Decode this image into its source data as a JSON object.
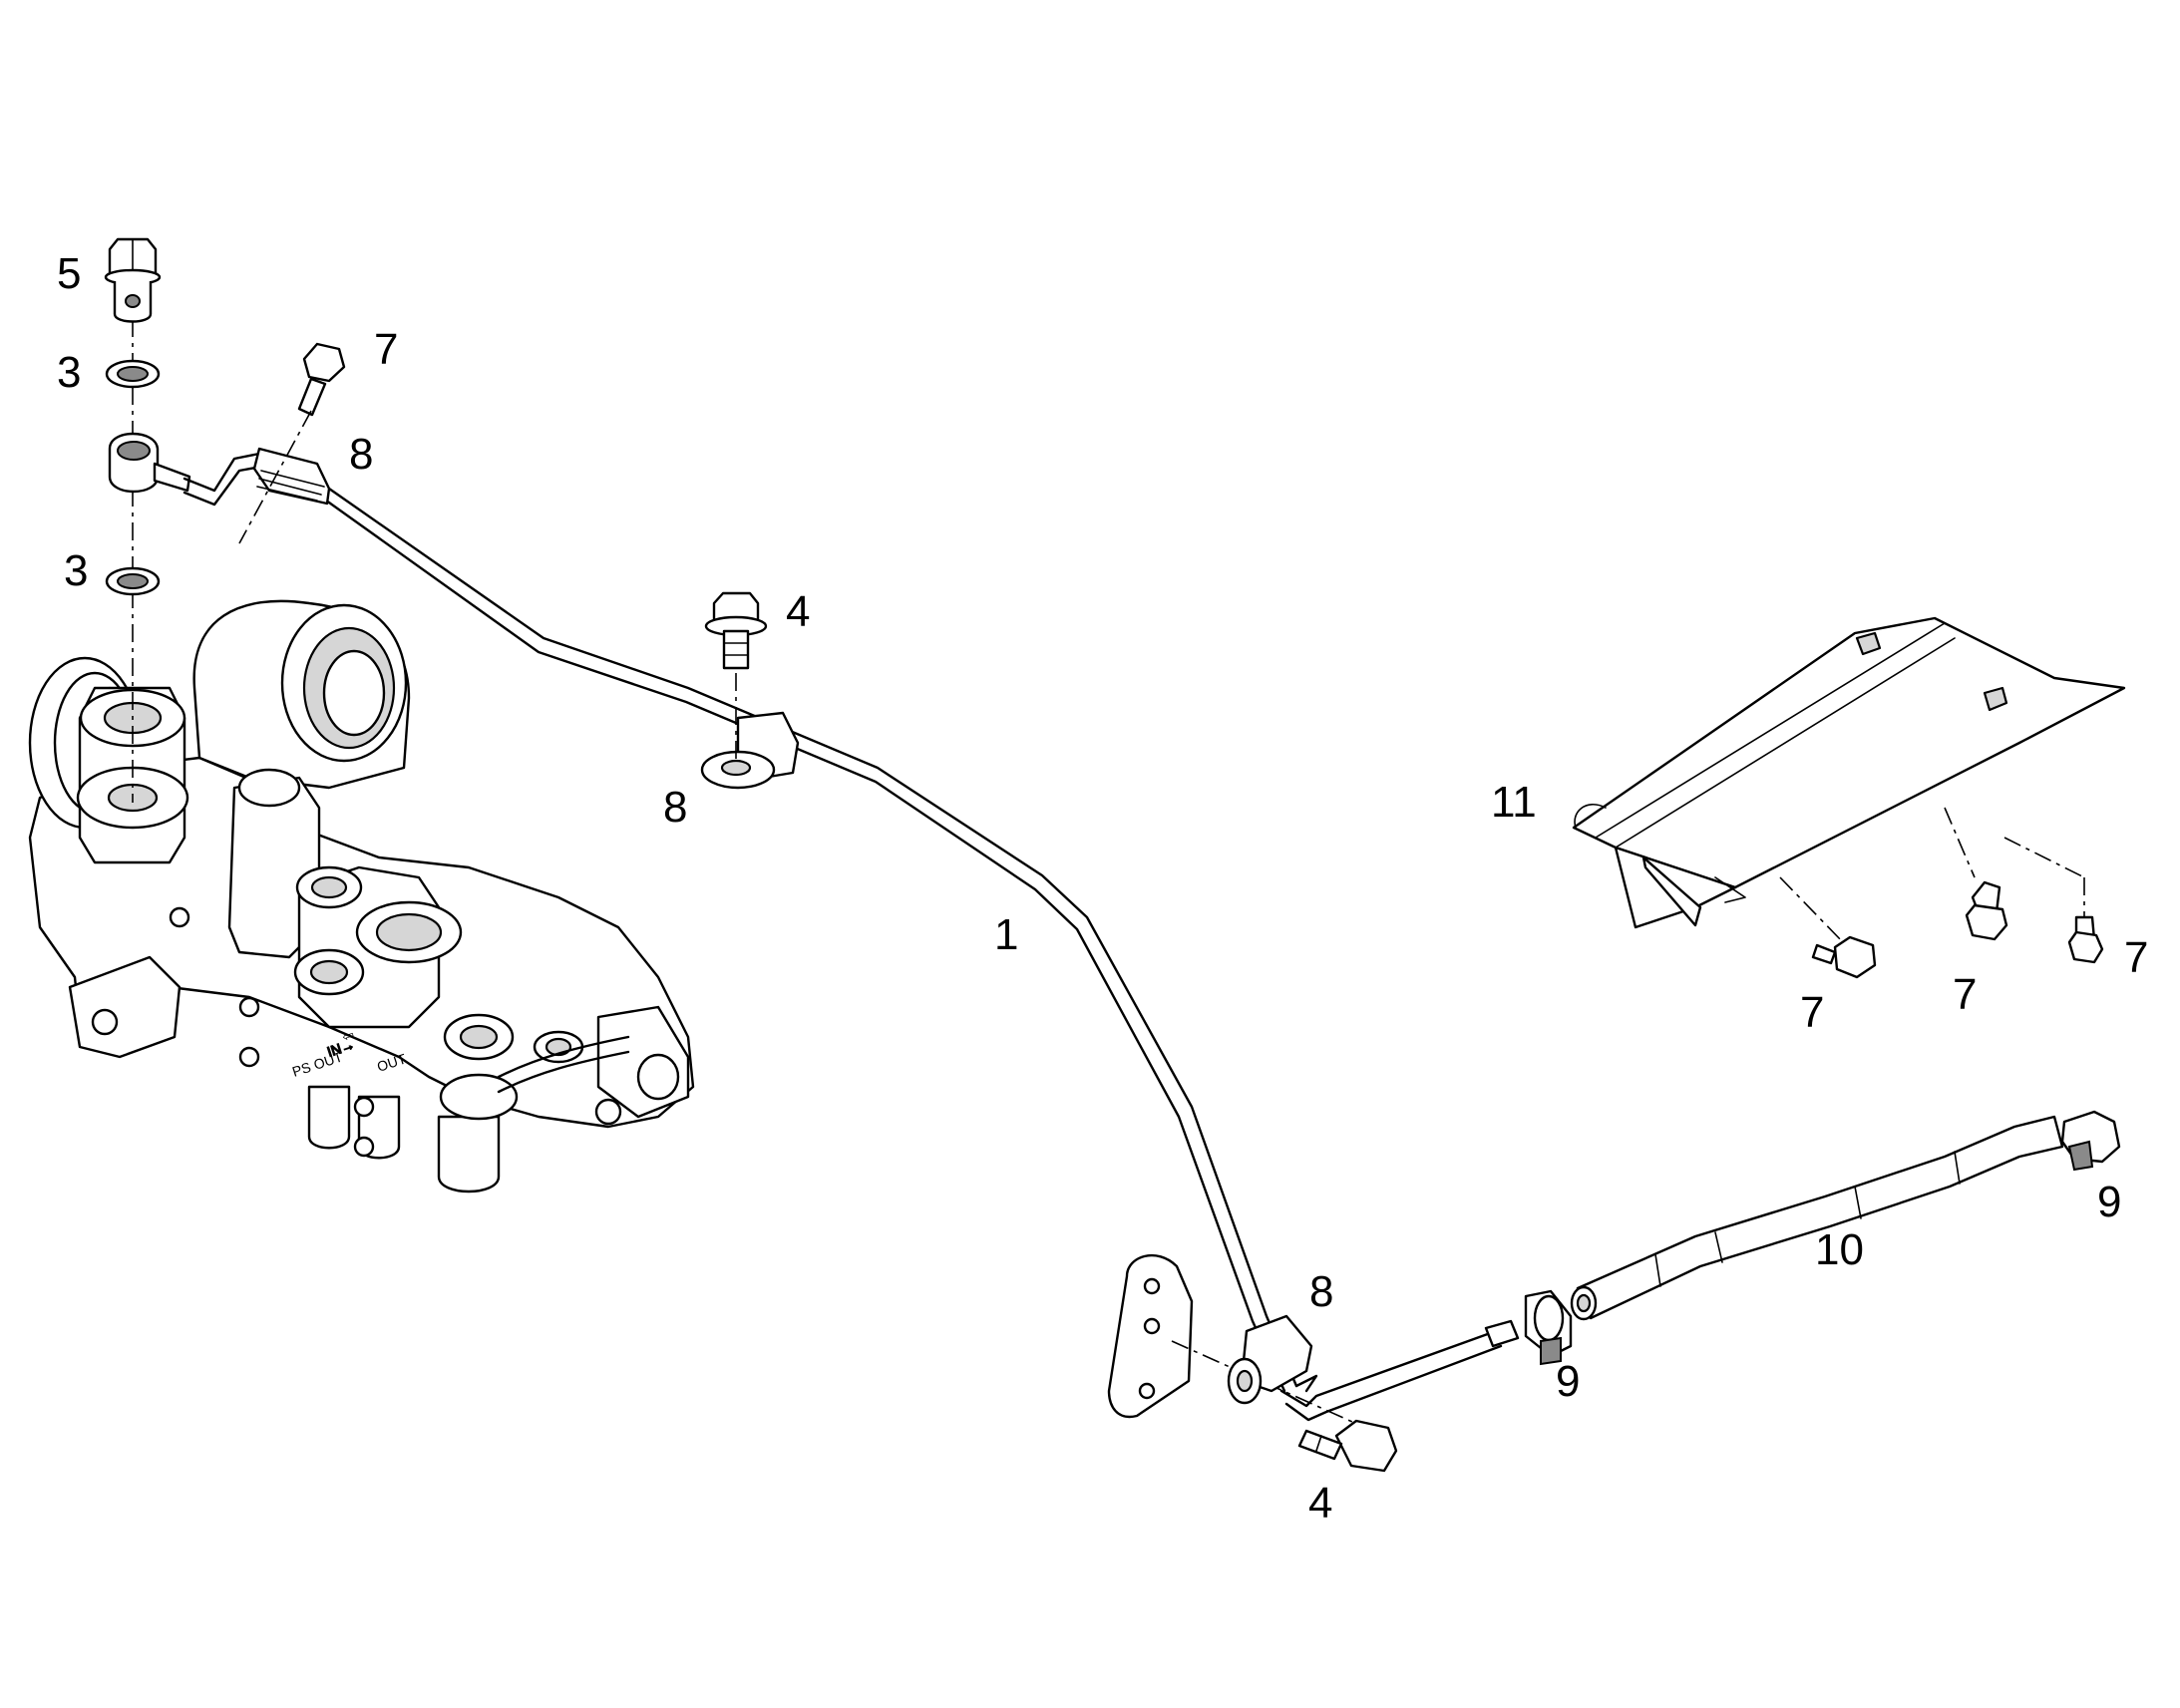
{
  "diagram": {
    "callouts": [
      {
        "id": "c5",
        "label": "5"
      },
      {
        "id": "c3a",
        "label": "3"
      },
      {
        "id": "c3b",
        "label": "3"
      },
      {
        "id": "c7a",
        "label": "7"
      },
      {
        "id": "c8a",
        "label": "8"
      },
      {
        "id": "c4a",
        "label": "4"
      },
      {
        "id": "c8b",
        "label": "8"
      },
      {
        "id": "c1",
        "label": "1"
      },
      {
        "id": "c11",
        "label": "11"
      },
      {
        "id": "c7b",
        "label": "7"
      },
      {
        "id": "c7c",
        "label": "7"
      },
      {
        "id": "c7d",
        "label": "7"
      },
      {
        "id": "c9a",
        "label": "9"
      },
      {
        "id": "c10",
        "label": "10"
      },
      {
        "id": "c8c",
        "label": "8"
      },
      {
        "id": "c9b",
        "label": "9"
      },
      {
        "id": "c4b",
        "label": "4"
      }
    ],
    "housing_markings": [
      "IN→",
      "OUT",
      "PS OUT",
      "⇦"
    ]
  }
}
